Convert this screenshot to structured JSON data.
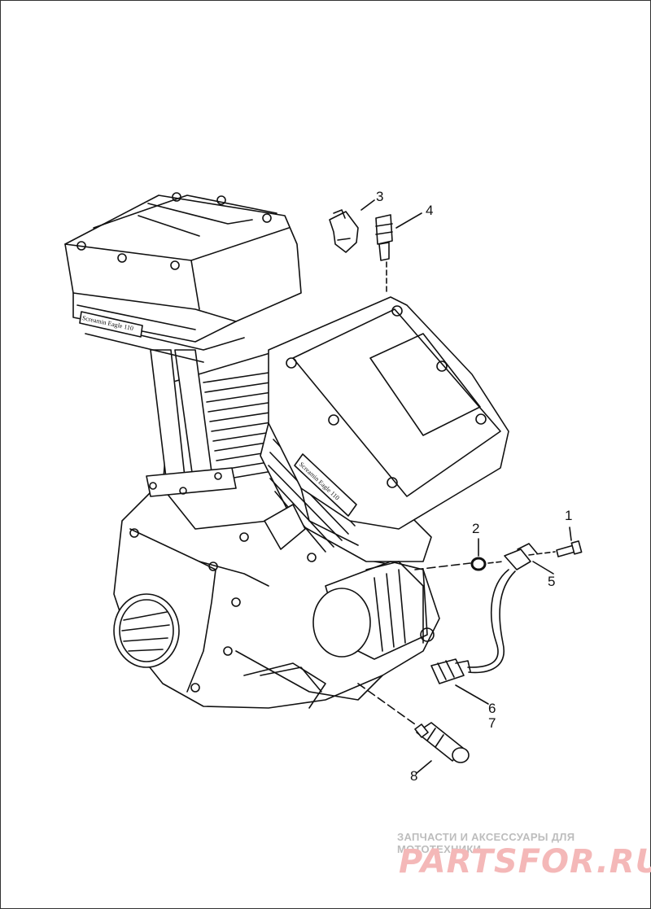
{
  "diagram": {
    "callouts": [
      "1",
      "2",
      "3",
      "4",
      "5",
      "6",
      "7",
      "8"
    ],
    "engine_badge_front": "Screamin Eagle 110",
    "engine_badge_rear": "Screamin Eagle 110"
  },
  "watermark": {
    "tagline": "ЗАПЧАСТИ И АКСЕССУАРЫ ДЛЯ МОТОТЕХНИКИ",
    "logo": "PARTSFOR.RU"
  },
  "colors": {
    "line": "#111111",
    "watermark_logo": "#f4b8b8",
    "watermark_text": "#bdbdbd"
  }
}
